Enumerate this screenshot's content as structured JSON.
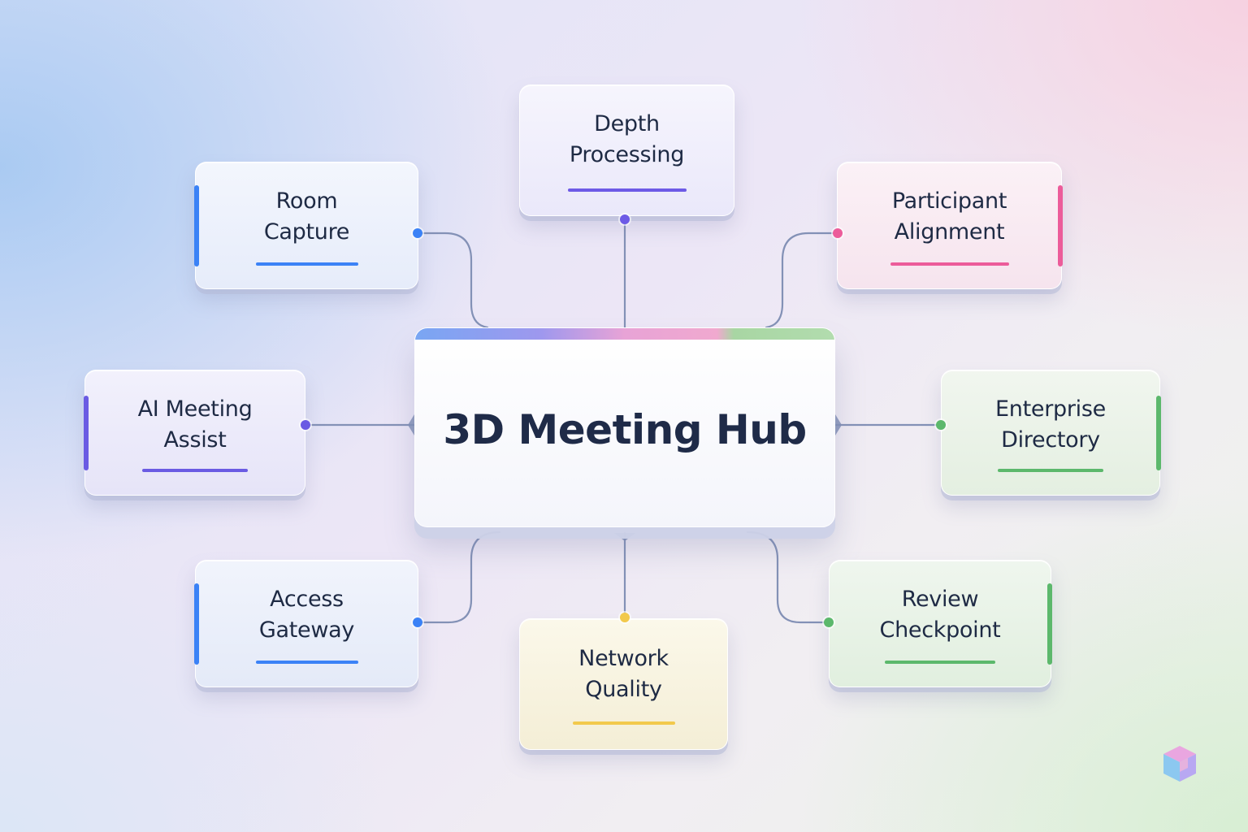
{
  "hub": {
    "title": "3D Meeting Hub",
    "stripe_colors": [
      "#79a6f3",
      "#9e98ee",
      "#e8a3d6",
      "#a8d6a3"
    ]
  },
  "nodes": [
    {
      "id": "room-capture",
      "label": "Room\nCapture",
      "accent": "#3b82f6"
    },
    {
      "id": "depth-processing",
      "label": "Depth\nProcessing",
      "accent": "#6d5ae6"
    },
    {
      "id": "participant-alignment",
      "label": "Participant\nAlignment",
      "accent": "#ec5c9a"
    },
    {
      "id": "ai-meeting-assist",
      "label": "AI Meeting\nAssist",
      "accent": "#6a5be3"
    },
    {
      "id": "enterprise-directory",
      "label": "Enterprise\nDirectory",
      "accent": "#5cb86c"
    },
    {
      "id": "access-gateway",
      "label": "Access\nGateway",
      "accent": "#3b82f6"
    },
    {
      "id": "network-quality",
      "label": "Network\nQuality",
      "accent": "#f2c94c"
    },
    {
      "id": "review-checkpoint",
      "label": "Review\nCheckpoint",
      "accent": "#5cb86c"
    }
  ],
  "colors": {
    "connector": "#8391b6",
    "text": "#1e2a44"
  },
  "logo": {
    "icon": "cube-logo-icon"
  }
}
